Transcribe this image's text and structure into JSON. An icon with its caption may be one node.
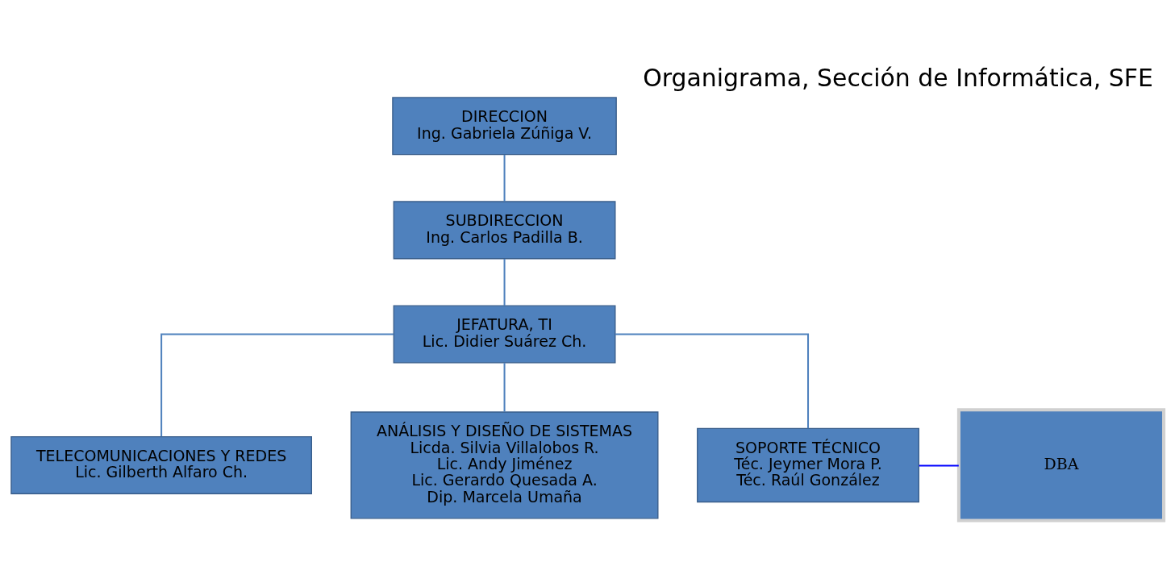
{
  "diagram": {
    "title": "Organigrama, Sección de Informática, SFE",
    "nodes": [
      {
        "text": [
          "DIRECCION",
          "Ing. Gabriela Zúñiga V."
        ]
      },
      {
        "text": [
          "SUBDIRECCION",
          "Ing. Carlos Padilla B."
        ]
      },
      {
        "text": [
          "JEFATURA, TI",
          "Lic. Didier Suárez Ch."
        ]
      },
      {
        "text": [
          "TELECOMUNICACIONES Y REDES",
          "Lic. Gilberth Alfaro Ch."
        ]
      },
      {
        "text": [
          "ANÁLISIS Y DISEÑO DE SISTEMAS",
          "Licda. Silvia Villalobos R.",
          "Lic. Andy Jiménez",
          "Lic. Gerardo Quesada A.",
          "Dip. Marcela Umaña"
        ]
      },
      {
        "text": [
          "SOPORTE TÉCNICO",
          "Téc. Jeymer Mora P.",
          "Téc. Raúl González"
        ]
      },
      {
        "text": [
          "DBA"
        ]
      }
    ],
    "edges": [
      {
        "from": 0,
        "to": 1,
        "arrow": "none"
      },
      {
        "from": 1,
        "to": 2,
        "arrow": "none"
      },
      {
        "from": 2,
        "to": 3,
        "arrow": "none"
      },
      {
        "from": 2,
        "to": 4,
        "arrow": "none"
      },
      {
        "from": 2,
        "to": 5,
        "arrow": "none"
      },
      {
        "from": 5,
        "to": 6,
        "arrow": "none",
        "color": "#0000ff"
      }
    ]
  }
}
